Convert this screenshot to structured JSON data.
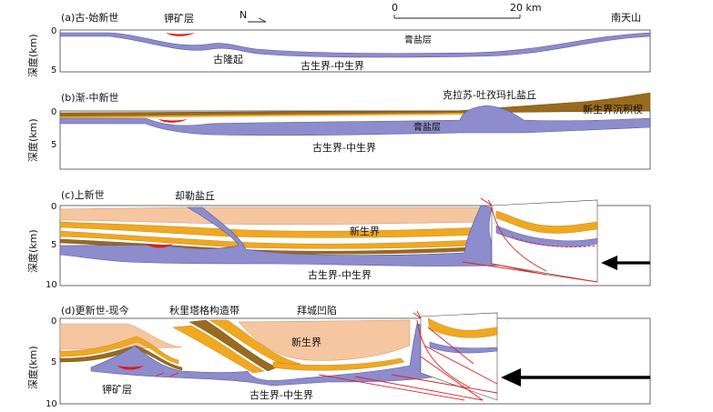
{
  "figure": {
    "panel_a": {
      "title": "(a)古-始新世",
      "label_potash": "钾矿层",
      "label_north": "N",
      "scale_zero": "0",
      "scale_20": "20 km",
      "label_south_tianshan": "南天山",
      "label_gypsum": "膏盐层",
      "label_paleo_uplift": "古隆起",
      "label_paleo_meso": "古生界-中生界",
      "axis_label": "深度(km)",
      "tick_0": "0",
      "tick_5": "5"
    },
    "panel_b": {
      "title": "(b)渐-中新世",
      "label_diapir": "克拉苏-吐孜玛扎盐丘",
      "label_cenozoic_wedge": "新生界沉积楔",
      "label_gypsum": "膏盐层",
      "label_paleo_meso": "古生界-中生界",
      "axis_label": "深度(km)",
      "tick_0": "0",
      "tick_5": "5"
    },
    "panel_c": {
      "title": "(c)上新世",
      "label_diapir": "却勒盐丘",
      "label_cenozoic": "新生界",
      "label_paleo_meso": "古生界-中生界",
      "axis_label": "深度(km)",
      "tick_0": "0",
      "tick_5": "5",
      "tick_10": "10"
    },
    "panel_d": {
      "title": "(d)更新世-现今",
      "label_belt": "秋里塔格构造带",
      "label_depression": "拜城凹陷",
      "label_cenozoic": "新生界",
      "label_potash": "钾矿层",
      "label_paleo_meso": "古生界-中生界",
      "axis_label": "深度(km)",
      "tick_0": "0",
      "tick_5": "5",
      "tick_10": "10"
    },
    "colors": {
      "salt": "#8d8ccc",
      "cenozoic_light": "#f5c6a0",
      "ochre": "#f0a820",
      "brown": "#9a6a1e",
      "potash": "#e01818",
      "fault": "#e02020",
      "arrow": "#000000"
    }
  }
}
